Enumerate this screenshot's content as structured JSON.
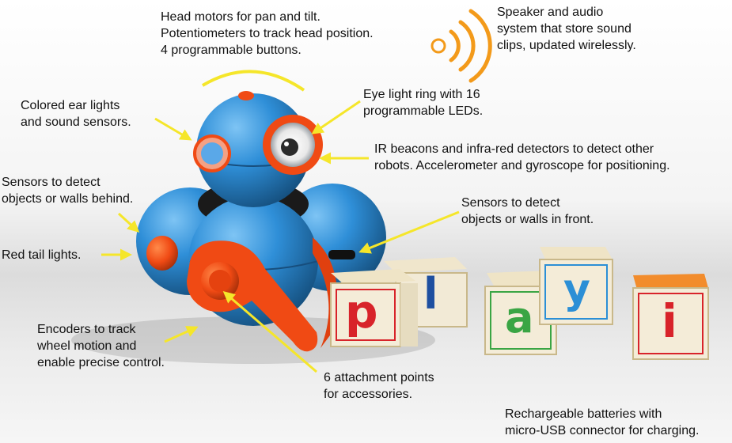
{
  "annotations": {
    "head_motors": [
      "Head motors for pan and tilt.",
      "Potentiometers to track head position.",
      "4 programmable buttons."
    ],
    "speaker": [
      "Speaker and audio",
      "system that store sound",
      "clips, updated wirelessly."
    ],
    "ear_lights": [
      "Colored ear lights",
      "and sound sensors."
    ],
    "eye_ring": [
      "Eye light ring with 16",
      "programmable LEDs."
    ],
    "ir_beacons": [
      "IR beacons and infra-red detectors to detect other",
      "robots. Accelerometer and gyroscope for positioning."
    ],
    "sensors_behind": [
      "Sensors to detect",
      "objects or walls behind."
    ],
    "sensors_front": [
      "Sensors to detect",
      "objects or walls in front."
    ],
    "tail_lights": [
      "Red tail lights."
    ],
    "encoders": [
      "Encoders to track",
      "wheel motion and",
      "enable precise control."
    ],
    "attachment": [
      "6 attachment points",
      "for accessories."
    ],
    "batteries": [
      "Rechargeable batteries with",
      "micro-USB connector for charging."
    ]
  },
  "blocks": [
    {
      "letter": "p",
      "color": "#d8232a"
    },
    {
      "letter": "l",
      "color": "#1e4fa0"
    },
    {
      "letter": "a",
      "color": "#3aa544"
    },
    {
      "letter": "y",
      "color": "#2b8fd6"
    },
    {
      "letter": "i",
      "color": "#d8232a"
    }
  ],
  "colors": {
    "robot_blue": "#2f8fd8",
    "robot_orange": "#f04a14",
    "arrow_yellow": "#f5e62a",
    "speaker_orange": "#f39a1a"
  }
}
